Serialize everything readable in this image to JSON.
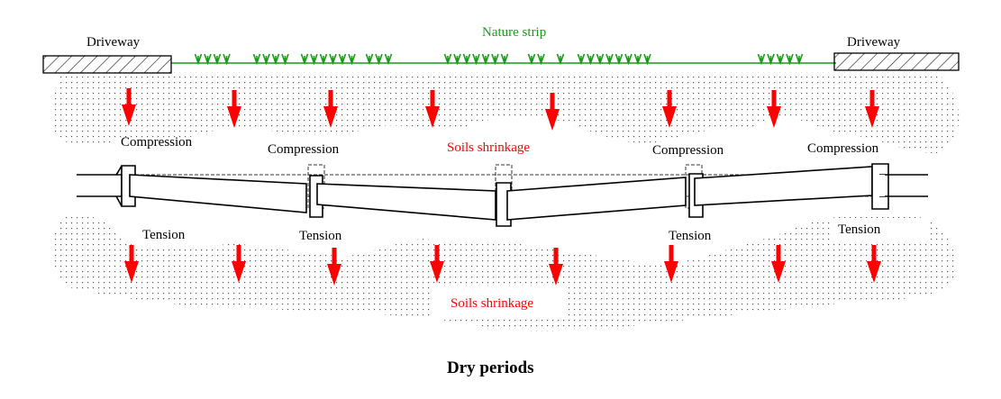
{
  "title": "Dry periods",
  "colors": {
    "arrow": "#ff0000",
    "grass": "#1a9a1a",
    "shrinkage_label": "#ff0000",
    "text": "#000000",
    "soil_dots": "#555555"
  },
  "surface": {
    "left_driveway_label": "Driveway",
    "right_driveway_label": "Driveway",
    "nature_strip_label": "Nature strip"
  },
  "upper_zone": {
    "labels": [
      "Compression",
      "Compression",
      "Compression",
      "Compression"
    ],
    "shrinkage_label": "Soils shrinkage",
    "arrow_count": 8
  },
  "lower_zone": {
    "labels": [
      "Tension",
      "Tension",
      "Tension",
      "Tension"
    ],
    "shrinkage_label": "Soils shrinkage",
    "arrow_count": 8
  },
  "icons": {
    "arrow": "down-arrow-icon",
    "grass": "grass-tuft-icon",
    "driveway": "hatched-slab"
  }
}
